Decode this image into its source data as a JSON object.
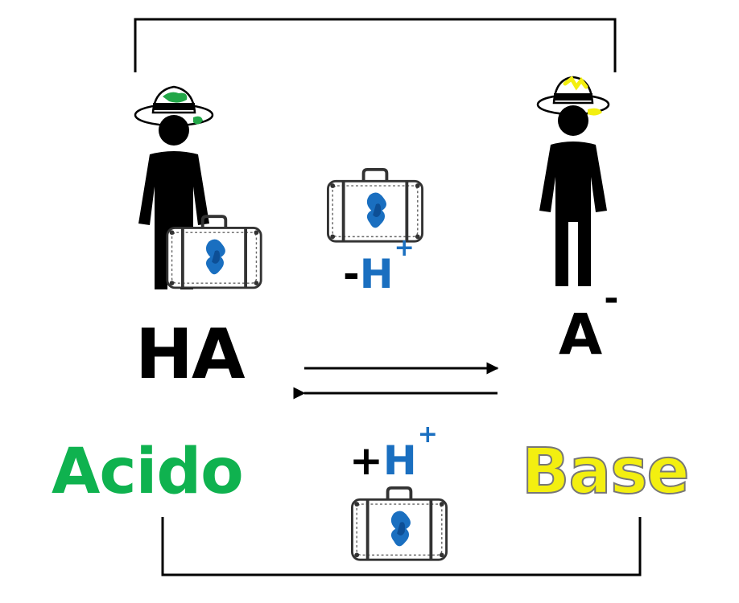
{
  "labels": {
    "acid_formula": "HA",
    "base_formula": "A",
    "base_charge": "-",
    "loss_sign": "-",
    "gain_sign": "+",
    "proton": "H",
    "proton_charge": "+",
    "acid_word": "Acido",
    "base_word": "Base"
  },
  "colors": {
    "acid": "#0fb24f",
    "base": "#f3ef10",
    "proton": "#1a6fc0",
    "line": "#000000"
  },
  "icons": {
    "acid_figure": "person-with-hat-icon",
    "base_figure": "person-with-hat-icon",
    "suitcase": "suitcase-icon",
    "forward_arrow": "arrow-right-icon",
    "reverse_arrow": "arrow-left-icon"
  }
}
